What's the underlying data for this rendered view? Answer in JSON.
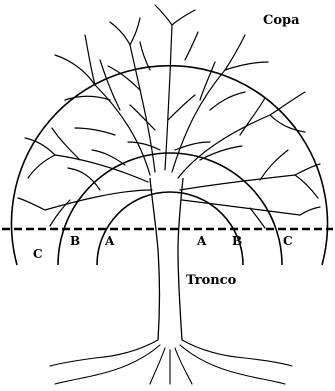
{
  "labels": {
    "crown": "Copa",
    "trunk": "Tronco"
  },
  "rings": {
    "left": [
      "C",
      "B",
      "A"
    ],
    "right": [
      "A",
      "B",
      "C"
    ]
  },
  "colors": {
    "ink": "#000000",
    "background": "#ffffff"
  }
}
